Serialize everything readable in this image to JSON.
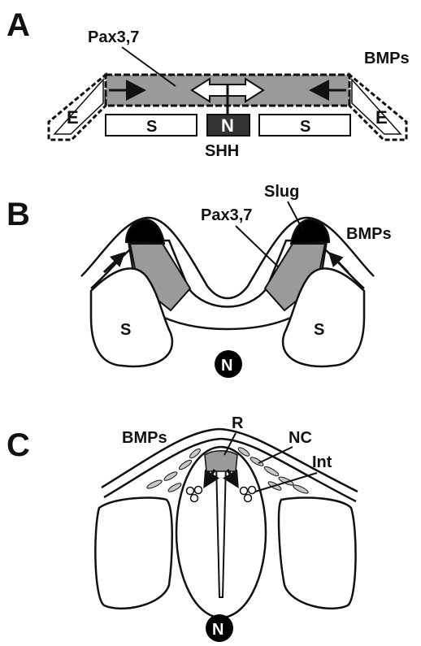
{
  "panels": {
    "a": {
      "letter": "A",
      "pax_label": "Pax3,7",
      "bmps_label": "BMPs",
      "ectoderm_left": "E",
      "ectoderm_right": "E",
      "somite_left": "S",
      "notochord": "N",
      "somite_right": "S",
      "shh_label": "SHH"
    },
    "b": {
      "letter": "B",
      "slug_label": "Slug",
      "pax_label": "Pax3,7",
      "bmps_label": "BMPs",
      "somite_left": "S",
      "somite_right": "S",
      "notochord": "N"
    },
    "c": {
      "letter": "C",
      "bmps_label": "BMPs",
      "roof_label": "R",
      "nc_label": "NC",
      "int_label": "Int",
      "notochord": "N"
    }
  },
  "colors": {
    "outline": "#111111",
    "pax_gray": "#9a9a9a",
    "notochord_dark": "#333333",
    "slug_black": "#000000",
    "nc_cells": "#c8c8c8",
    "background": "#ffffff"
  }
}
